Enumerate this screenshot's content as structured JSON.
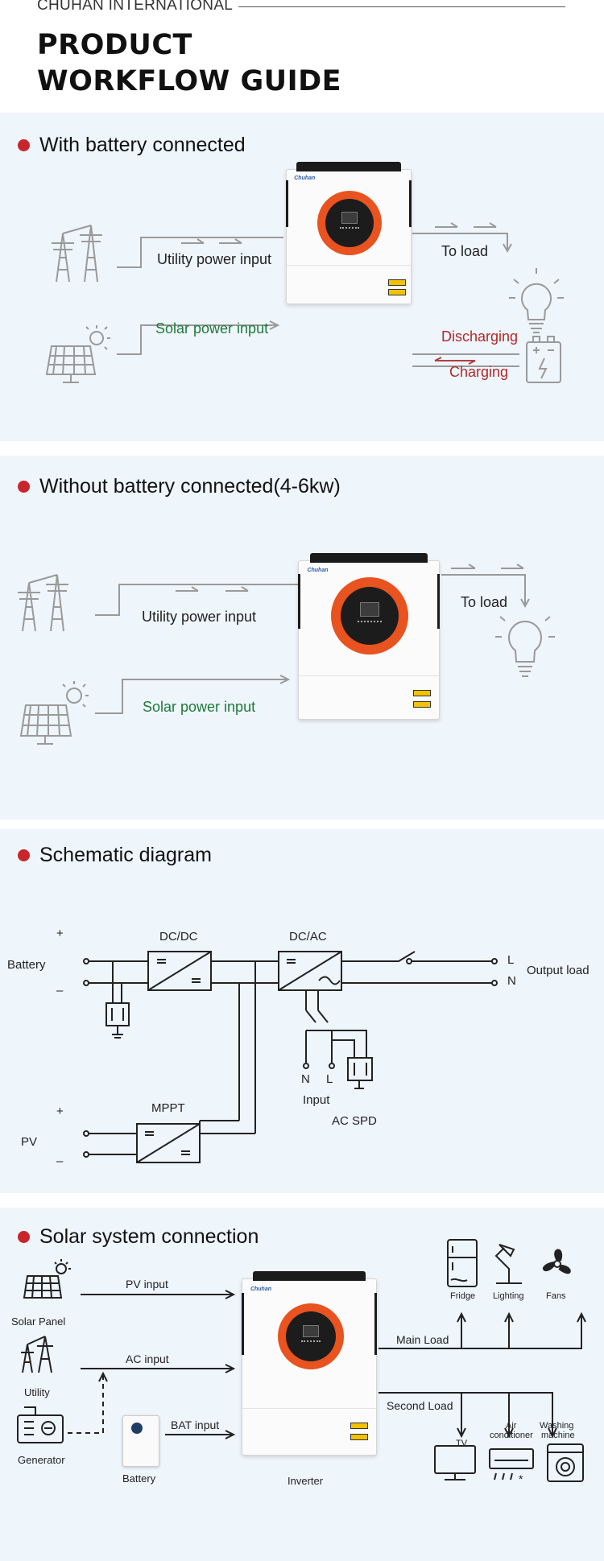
{
  "header": {
    "brand": "CHUHAN INTERNATIONAL",
    "title_line1": "PRODUCT",
    "title_line2": "WORKFLOW GUIDE"
  },
  "section1": {
    "title": "With battery connected",
    "utility_label": "Utility power input",
    "solar_label": "Solar power input",
    "load_label": "To load",
    "discharging_label": "Discharging",
    "charging_label": "Charging"
  },
  "section2": {
    "title": "Without battery connected(4-6kw)",
    "utility_label": "Utility power input",
    "solar_label": "Solar power input",
    "load_label": "To load"
  },
  "section3": {
    "title": "Schematic diagram",
    "battery": "Battery",
    "pv": "PV",
    "plus": "+",
    "minus": "–",
    "dcdc": "DC/DC",
    "dcac": "DC/AC",
    "mppt": "MPPT",
    "l": "L",
    "n": "N",
    "output_load": "Output load",
    "input_n": "N",
    "input_l": "L",
    "input": "Input",
    "ac_spd": "AC SPD"
  },
  "section4": {
    "title": "Solar system connection",
    "solar_panel": "Solar Panel",
    "utility": "Utility",
    "generator": "Generator",
    "battery": "Battery",
    "inverter": "Inverter",
    "pv_input": "PV input",
    "ac_input": "AC input",
    "bat_input": "BAT input",
    "main_load": "Main Load",
    "second_load": "Second Load",
    "fridge": "Fridge",
    "lighting": "Lighting",
    "fans": "Fans",
    "tv": "TV",
    "air_conditioner_1": "Air",
    "air_conditioner_2": "conditioner",
    "washing_machine_1": "Washing",
    "washing_machine_2": "machine"
  },
  "colors": {
    "panel_bg": "#eef5fb",
    "accent_red": "#c9252c",
    "orange": "#e8531f",
    "solar_green": "#1f7a3a",
    "line_gray": "#9a9a9a"
  },
  "icons": [
    "transmission-tower-icon",
    "solar-panel-icon",
    "light-bulb-icon",
    "battery-icon",
    "fridge-icon",
    "lamp-icon",
    "fan-icon",
    "tv-icon",
    "air-conditioner-icon",
    "washing-machine-icon",
    "generator-icon"
  ]
}
